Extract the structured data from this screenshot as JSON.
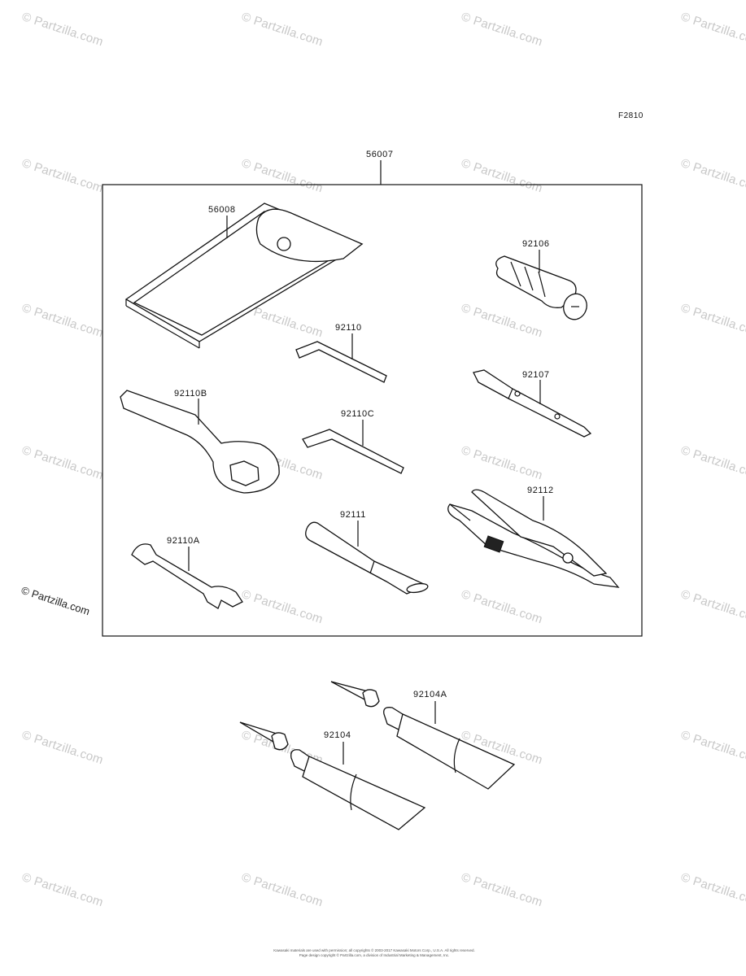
{
  "figure_id": "F2810",
  "watermark_text": "© Partzilla.com",
  "side_copyright": "© Partzilla.com",
  "parts": [
    {
      "id": "56007",
      "label": "56007"
    },
    {
      "id": "56008",
      "label": "56008"
    },
    {
      "id": "92106",
      "label": "92106"
    },
    {
      "id": "92110",
      "label": "92110"
    },
    {
      "id": "92107",
      "label": "92107"
    },
    {
      "id": "92110B",
      "label": "92110B"
    },
    {
      "id": "92110C",
      "label": "92110C"
    },
    {
      "id": "92112",
      "label": "92112"
    },
    {
      "id": "92111",
      "label": "92111"
    },
    {
      "id": "92110A",
      "label": "92110A"
    },
    {
      "id": "92104A",
      "label": "92104A"
    },
    {
      "id": "92104",
      "label": "92104"
    }
  ],
  "footer": {
    "line1": "Kawasaki materials are used with permission; all copyrights © 2003-2017 Kawasaki Motors Corp., U.S.A. All rights reserved.",
    "line2": "Page design copyright © Partzilla.com, a division of Industrial Marketing & Management, Inc."
  }
}
